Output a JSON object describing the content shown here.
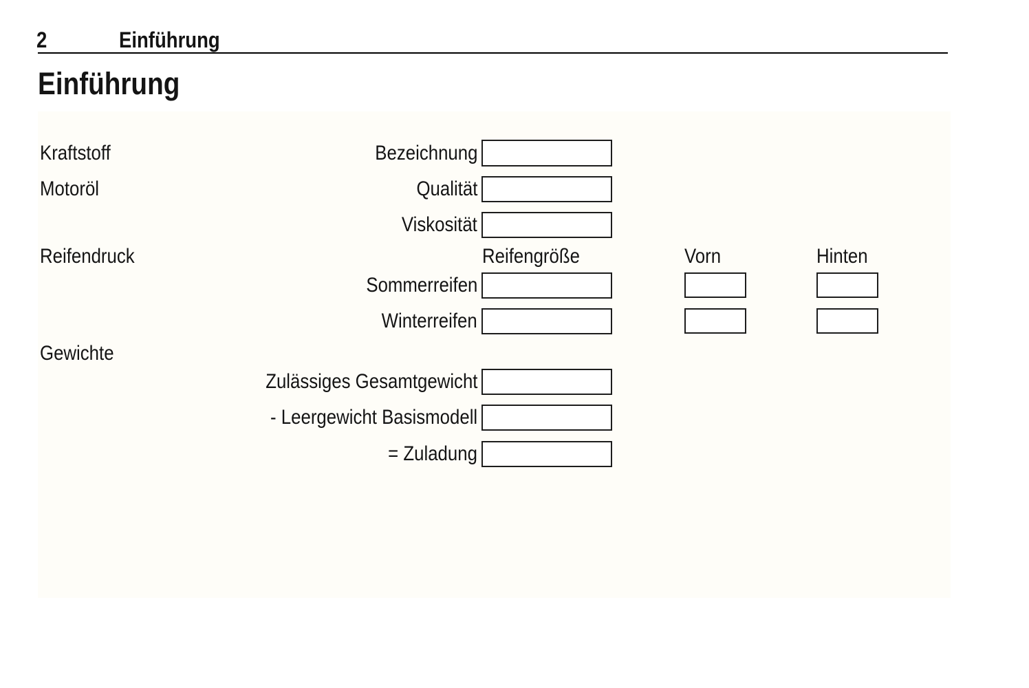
{
  "header": {
    "page_number": "2",
    "chapter_title": "Einführung"
  },
  "title": "Einführung",
  "form": {
    "sections": {
      "fuel_label": "Kraftstoff",
      "oil_label": "Motoröl",
      "tire_pressure_label": "Reifendruck",
      "weights_label": "Gewichte"
    },
    "fields": {
      "designation_label": "Bezeichnung",
      "quality_label": "Qualität",
      "viscosity_label": "Viskosität"
    },
    "tires": {
      "size_header": "Reifengröße",
      "front_header": "Vorn",
      "rear_header": "Hinten",
      "summer_label": "Sommerreifen",
      "winter_label": "Winterreifen"
    },
    "weights": {
      "gross_label": "Zulässiges Gesamtgewicht",
      "curb_label": "- Leergewicht Basismodell",
      "payload_label": "= Zuladung"
    },
    "values": {
      "designation": "",
      "quality": "",
      "viscosity": "",
      "summer_size": "",
      "summer_front": "",
      "summer_rear": "",
      "winter_size": "",
      "winter_front": "",
      "winter_rear": "",
      "gross_weight": "",
      "curb_weight": "",
      "payload": ""
    }
  },
  "colors": {
    "page_bg": "#ffffff",
    "panel_bg": "#fefdf8",
    "text": "#141414",
    "box_border": "#1c1c1c",
    "header_rule": "#000000"
  }
}
